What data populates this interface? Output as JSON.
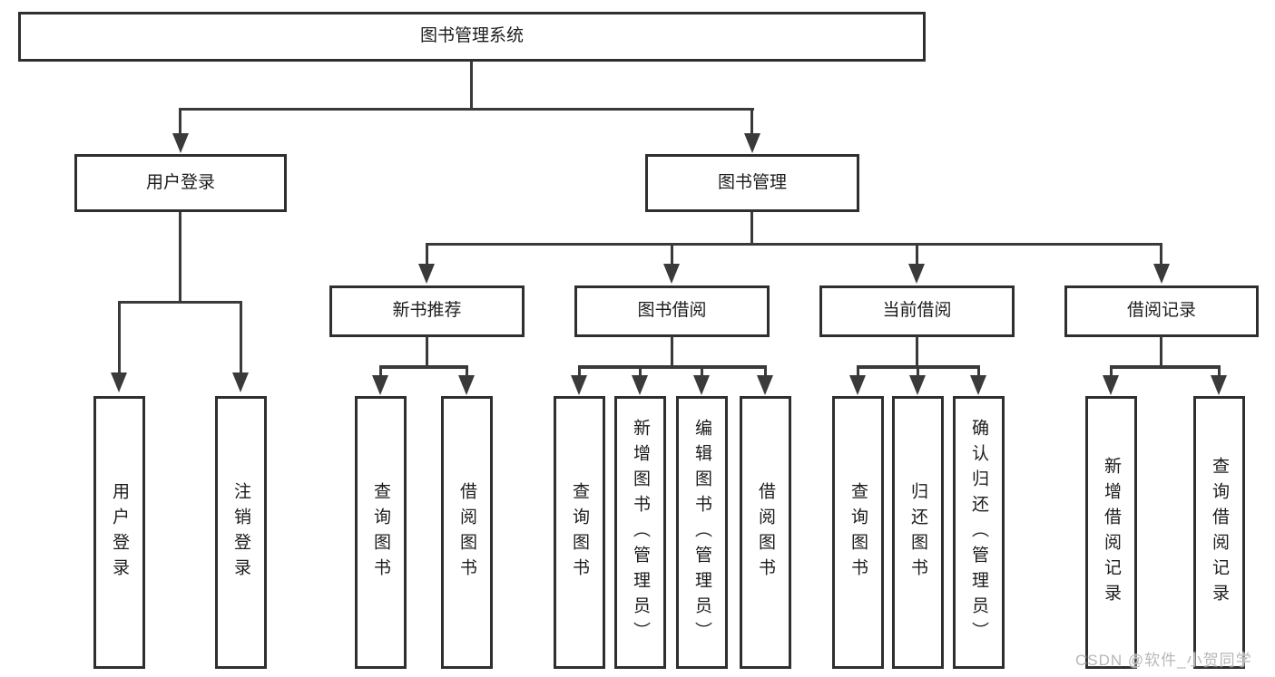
{
  "diagram": {
    "root": {
      "label": "图书管理系统"
    },
    "branches": [
      {
        "label": "用户登录",
        "leaves": [
          "用户登录",
          "注销登录"
        ]
      },
      {
        "label": "图书管理",
        "groups": [
          {
            "label": "新书推荐",
            "leaves": [
              "查询图书",
              "借阅图书"
            ]
          },
          {
            "label": "图书借阅",
            "leaves": [
              "查询图书",
              "新增图书（管理员）",
              "编辑图书（管理员）",
              "借阅图书"
            ]
          },
          {
            "label": "当前借阅",
            "leaves": [
              "查询图书",
              "归还图书",
              "确认归还（管理员）"
            ]
          },
          {
            "label": "借阅记录",
            "leaves": [
              "新增借阅记录",
              "查询借阅记录"
            ]
          }
        ]
      }
    ]
  },
  "watermark": {
    "text": "CSDN @软件_小贺同学"
  },
  "colors": {
    "background": "#ffffff",
    "line": "#3a3a3a",
    "box_border": "#2f2f2f",
    "text": "#1c1c1c",
    "watermark": "#b7b7b7"
  }
}
